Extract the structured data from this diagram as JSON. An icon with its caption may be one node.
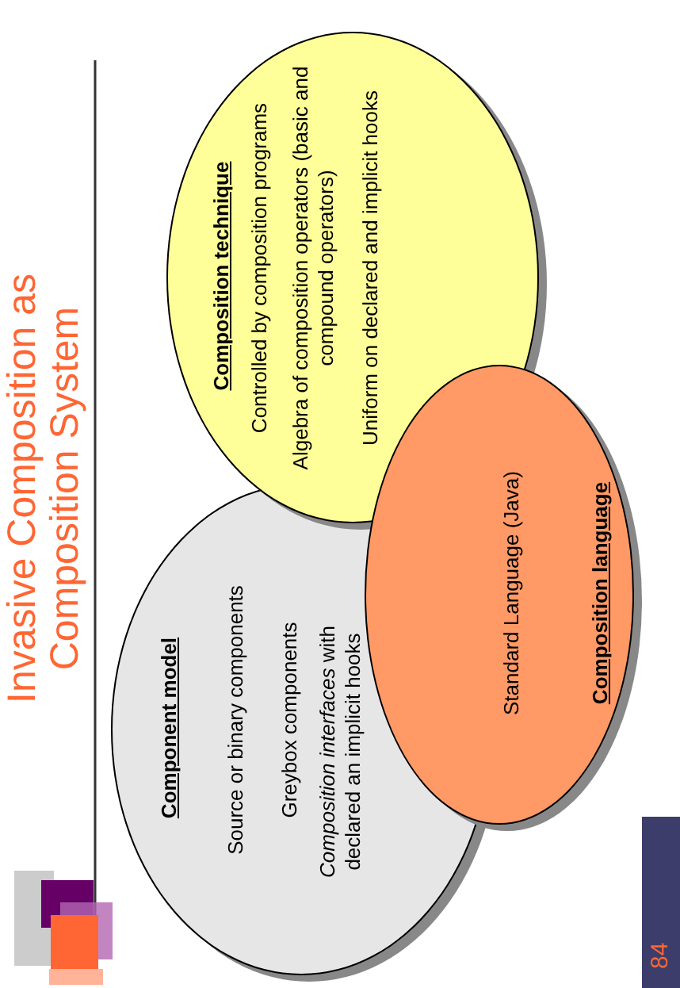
{
  "diagram": {
    "title": "Invasive Composition as Composition System",
    "nodes": [
      {
        "text": [
          "Component model",
          "Source or binary components",
          "Greybox components",
          "*Composition interfaces* with declared an implicit hooks"
        ]
      },
      {
        "text": [
          "Composition technique",
          "Controlled by composition programs",
          "Algebra of composition operators (basic and compound operators)",
          "Uniform on declared and implicit hooks"
        ]
      },
      {
        "text": [
          "Standard Language (Java)",
          "Composition language"
        ]
      }
    ],
    "edges": [],
    "labels": [
      "84"
    ]
  }
}
